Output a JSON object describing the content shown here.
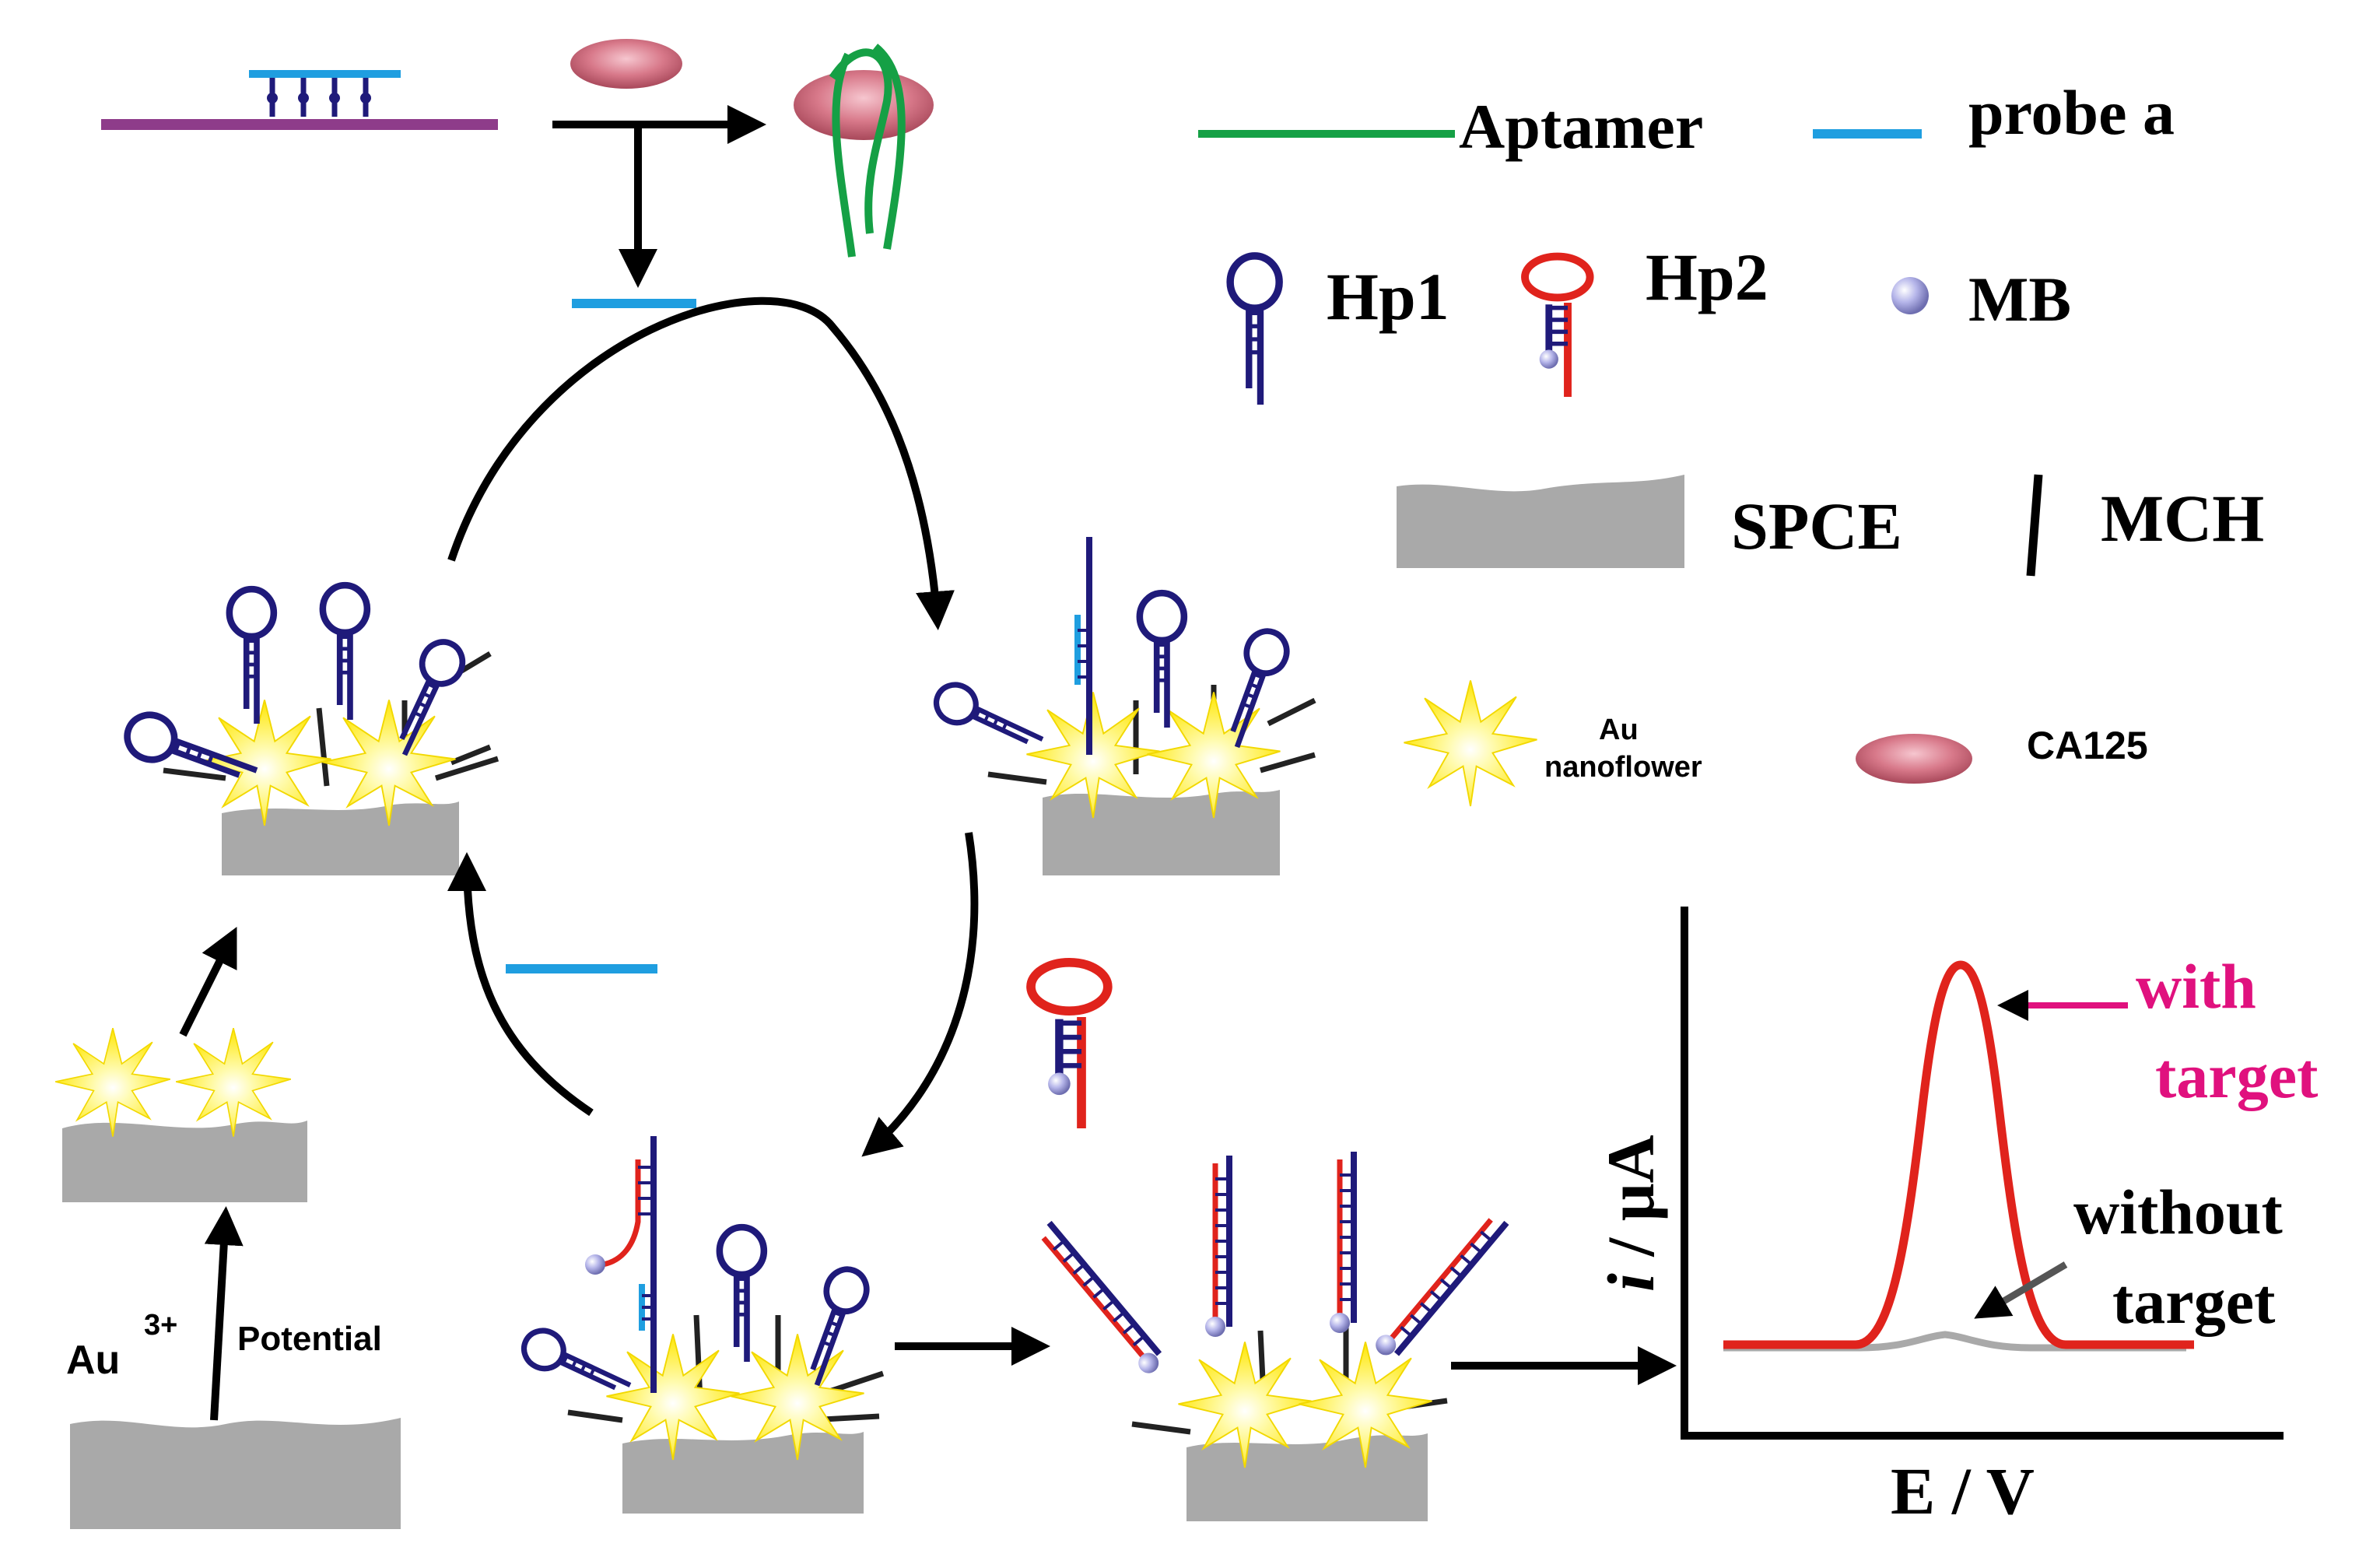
{
  "legend": {
    "aptamer": "Aptamer",
    "probe_a": "probe a",
    "hp1": "Hp1",
    "hp2": "Hp2",
    "mb": "MB",
    "spce": "SPCE",
    "mch": "MCH",
    "au_nanoflower_line1": "Au",
    "au_nanoflower_line2": "nanoflower",
    "ca125": "CA125"
  },
  "electrodeposition": {
    "au_label": "Au",
    "au_superscript": "3+",
    "potential_label": "Potential"
  },
  "voltammogram": {
    "y_axis_label_italic": "i",
    "y_axis_label_rest": " / μA",
    "x_axis_label": "E / V",
    "with_target_line1": "with",
    "with_target_line2": "target",
    "without_target_line1": "without",
    "without_target_line2": "target"
  },
  "colors": {
    "aptamer": "#15a045",
    "probe_a": "#1f9ee0",
    "hp1": "#1f1a7a",
    "hp2": "#e0231c",
    "mb": "#9a9ad8",
    "spce": "#a9a9a9",
    "gold": "#fff200",
    "substrate_strand": "#8e3c8a",
    "with_target": "#e0117e",
    "arrow": "#000000"
  }
}
